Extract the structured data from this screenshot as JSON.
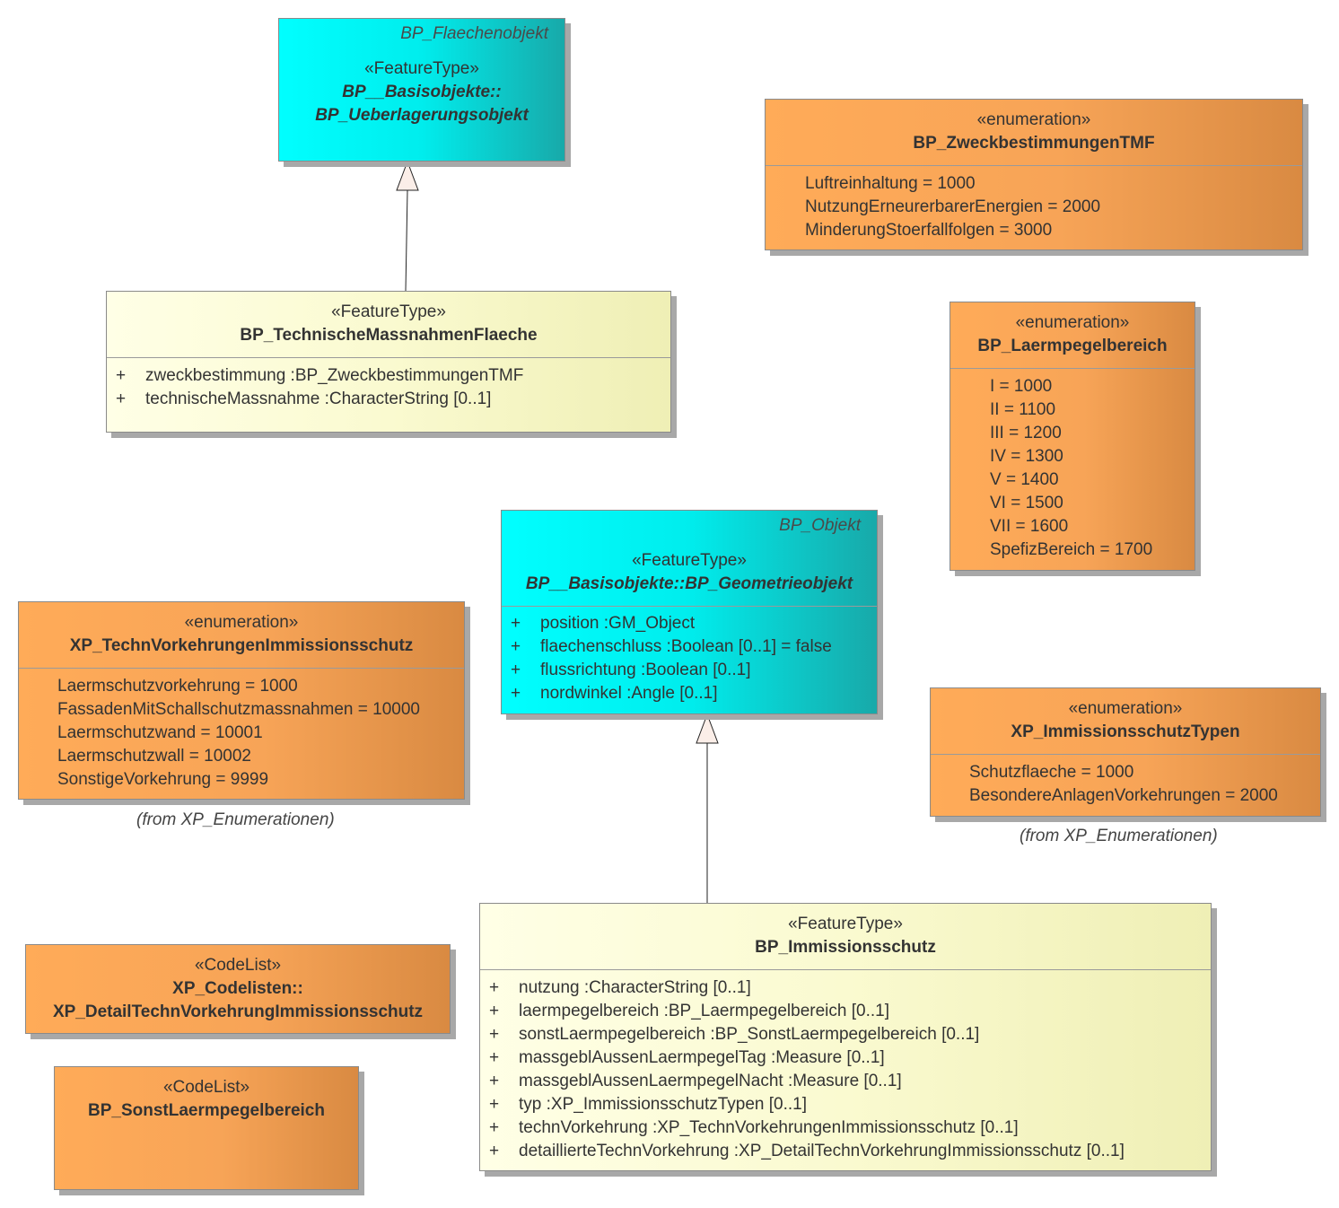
{
  "classes": {
    "ueberlagerung": {
      "parent": "BP_Flaechenobjekt",
      "stereotype": "«FeatureType»",
      "name_line1": "BP__Basisobjekte::",
      "name_line2": "BP_Ueberlagerungsobjekt"
    },
    "technische": {
      "stereotype": "«FeatureType»",
      "name": "BP_TechnischeMassnahmenFlaeche",
      "attributes": [
        {
          "vis": "+",
          "text": "zweckbestimmung  :BP_ZweckbestimmungenTMF"
        },
        {
          "vis": "+",
          "text": "technischeMassnahme  :CharacterString [0..1]"
        }
      ]
    },
    "geometrieobjekt": {
      "parent": "BP_Objekt",
      "stereotype": "«FeatureType»",
      "name": "BP__Basisobjekte::BP_Geometrieobjekt",
      "attributes": [
        {
          "vis": "+",
          "text": "position  :GM_Object"
        },
        {
          "vis": "+",
          "text": "flaechenschluss  :Boolean [0..1] = false"
        },
        {
          "vis": "+",
          "text": "flussrichtung  :Boolean [0..1]"
        },
        {
          "vis": "+",
          "text": "nordwinkel  :Angle [0..1]"
        }
      ]
    },
    "immissionsschutz": {
      "stereotype": "«FeatureType»",
      "name": "BP_Immissionsschutz",
      "attributes": [
        {
          "vis": "+",
          "text": "nutzung  :CharacterString [0..1]"
        },
        {
          "vis": "+",
          "text": "laermpegelbereich  :BP_Laermpegelbereich [0..1]"
        },
        {
          "vis": "+",
          "text": "sonstLaermpegelbereich  :BP_SonstLaermpegelbereich [0..1]"
        },
        {
          "vis": "+",
          "text": "massgeblAussenLaermpegelTag  :Measure [0..1]"
        },
        {
          "vis": "+",
          "text": "massgeblAussenLaermpegelNacht  :Measure [0..1]"
        },
        {
          "vis": "+",
          "text": "typ  :XP_ImmissionsschutzTypen [0..1]"
        },
        {
          "vis": "+",
          "text": "technVorkehrung  :XP_TechnVorkehrungenImmissionsschutz [0..1]"
        },
        {
          "vis": "+",
          "text": "detaillierteTechnVorkehrung  :XP_DetailTechnVorkehrungImmissionsschutz [0..1]"
        }
      ]
    }
  },
  "enumerations": {
    "zweckTMF": {
      "stereotype": "«enumeration»",
      "name": "BP_ZweckbestimmungenTMF",
      "literals": [
        "Luftreinhaltung = 1000",
        "NutzungErneurerbarerEnergien = 2000",
        "MinderungStoerfallfolgen = 3000"
      ]
    },
    "laermpegel": {
      "stereotype": "«enumeration»",
      "name": "BP_Laermpegelbereich",
      "literals": [
        "I = 1000",
        "II = 1100",
        "III = 1200",
        "IV = 1300",
        "V = 1400",
        "VI = 1500",
        "VII = 1600",
        "SpefizBereich = 1700"
      ]
    },
    "technVorkehrungen": {
      "stereotype": "«enumeration»",
      "name": "XP_TechnVorkehrungenImmissionsschutz",
      "literals": [
        "Laermschutzvorkehrung = 1000",
        "FassadenMitSchallschutzmassnahmen = 10000",
        "Laermschutzwand = 10001",
        "Laermschutzwall = 10002",
        "SonstigeVorkehrung = 9999"
      ],
      "from": "(from XP_Enumerationen)"
    },
    "immTypen": {
      "stereotype": "«enumeration»",
      "name": "XP_ImmissionsschutzTypen",
      "literals": [
        "Schutzflaeche = 1000",
        "BesondereAnlagenVorkehrungen = 2000"
      ],
      "from": "(from XP_Enumerationen)"
    }
  },
  "codelists": {
    "detail": {
      "stereotype": "«CodeList»",
      "name_line1": "XP_Codelisten::",
      "name_line2": "XP_DetailTechnVorkehrungImmissionsschutz"
    },
    "sonst": {
      "stereotype": "«CodeList»",
      "name": "BP_SonstLaermpegelbereich"
    }
  },
  "colors": {
    "featuretype_abstract": "#00ffff",
    "featuretype": "#fafad0",
    "enumeration": "#f7a457",
    "generalization_arrow_fill": "#fbeee8"
  }
}
